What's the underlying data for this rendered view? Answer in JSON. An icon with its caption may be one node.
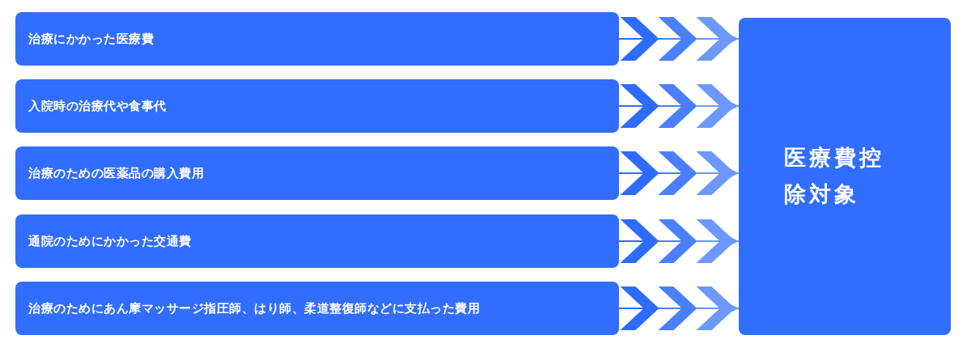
{
  "diagram": {
    "nodes": [
      {
        "text": [
          "治療にかかった医療費"
        ]
      },
      {
        "text": [
          "入院時の治療代や食事代"
        ]
      },
      {
        "text": [
          "治療のための医薬品の購入費用"
        ]
      },
      {
        "text": [
          "通院のためにかかった交通費"
        ]
      },
      {
        "text": [
          "治療のためにあん摩マッサージ指圧師、はり師、柔道整復師などに支払った費用"
        ]
      },
      {
        "text": [
          "医療費控除対象"
        ]
      }
    ],
    "edges": [
      {
        "from": 0,
        "to": 5,
        "arrow": "to"
      },
      {
        "from": 1,
        "to": 5,
        "arrow": "to"
      },
      {
        "from": 2,
        "to": 5,
        "arrow": "to"
      },
      {
        "from": 3,
        "to": 5,
        "arrow": "to"
      },
      {
        "from": 4,
        "to": 5,
        "arrow": "to"
      }
    ]
  }
}
